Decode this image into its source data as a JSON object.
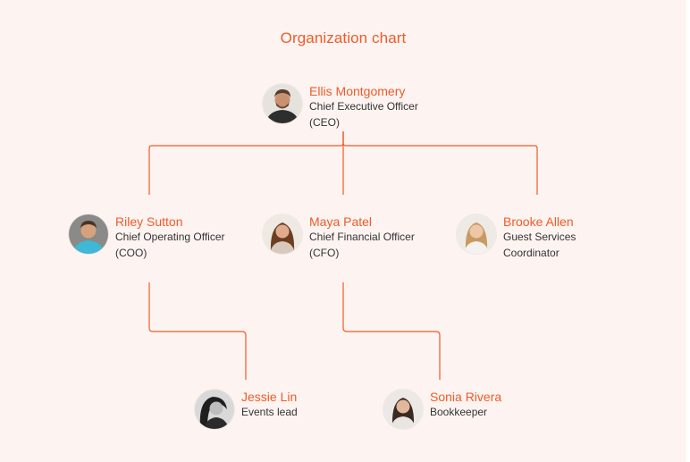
{
  "title": "Organization chart",
  "colors": {
    "accent": "#f05a28",
    "background": "#fdf4f1",
    "text": "#333333"
  },
  "nodes": [
    {
      "id": "ceo",
      "name": "Ellis Montgomery",
      "role": "Chief Executive Officer (CEO)"
    },
    {
      "id": "coo",
      "name": "Riley Sutton",
      "role": "Chief Operating Officer (COO)"
    },
    {
      "id": "cfo",
      "name": "Maya Patel",
      "role": "Chief Financial Officer (CFO)"
    },
    {
      "id": "guest",
      "name": "Brooke Allen",
      "role": "Guest Services Coordinator"
    },
    {
      "id": "events",
      "name": "Jessie Lin",
      "role": "Events lead"
    },
    {
      "id": "bookkeeper",
      "name": "Sonia Rivera",
      "role": "Bookkeeper"
    }
  ],
  "links": [
    {
      "from": "ceo",
      "to": "coo"
    },
    {
      "from": "ceo",
      "to": "cfo"
    },
    {
      "from": "ceo",
      "to": "guest"
    },
    {
      "from": "coo",
      "to": "events"
    },
    {
      "from": "cfo",
      "to": "bookkeeper"
    }
  ]
}
